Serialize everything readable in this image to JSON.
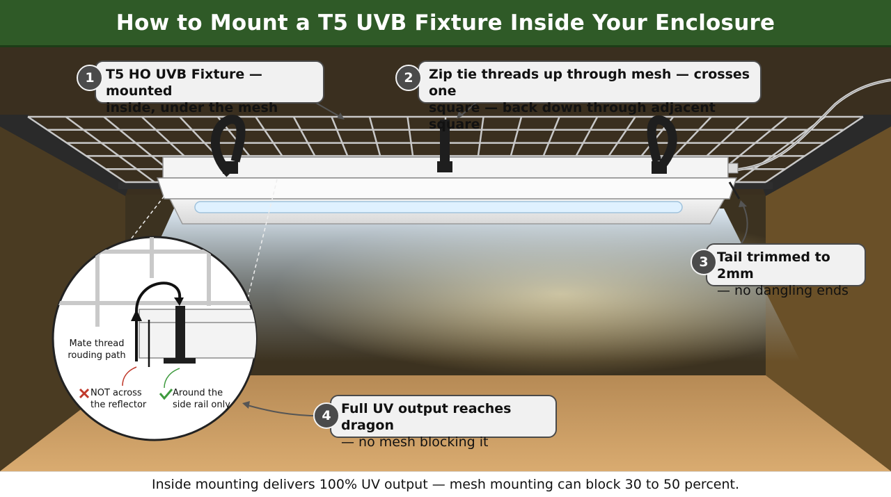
{
  "title": "How to Mount a T5 UVB Fixture Inside Your Enclosure",
  "callouts": [
    {
      "number": "1",
      "line1": "T5 HO UVB Fixture — mounted",
      "line2": "inside, under the mesh"
    },
    {
      "number": "2",
      "line1": "Zip tie threads up through mesh — crosses one",
      "line2": "square — back down through adjacent square"
    },
    {
      "number": "3",
      "line1": "Tail trimmed to 2mm",
      "line2": "— no dangling ends"
    },
    {
      "number": "4",
      "line1": "Full UV output reaches dragon",
      "line2": "— no mesh blocking it"
    }
  ],
  "inset": {
    "path_label_line1": "Mate thread",
    "path_label_line2": "rouding path",
    "wrong_line1": "NOT across",
    "wrong_line2": "the reflector",
    "right_line1": "Around the",
    "right_line2": "side rail only",
    "wrong_icon": "cross-icon",
    "right_icon": "check-icon"
  },
  "footer": "Inside mounting delivers 100% UV output — mesh mounting can block 30 to 50 percent.",
  "colors": {
    "title_bg": "#2f5a27",
    "wall": "#3b2f1c",
    "floor": "#c79a62",
    "zip_tie": "#1e1e1e",
    "badge": "#4b4b4b",
    "wrong": "#c0392b",
    "right": "#3e9a3e"
  }
}
